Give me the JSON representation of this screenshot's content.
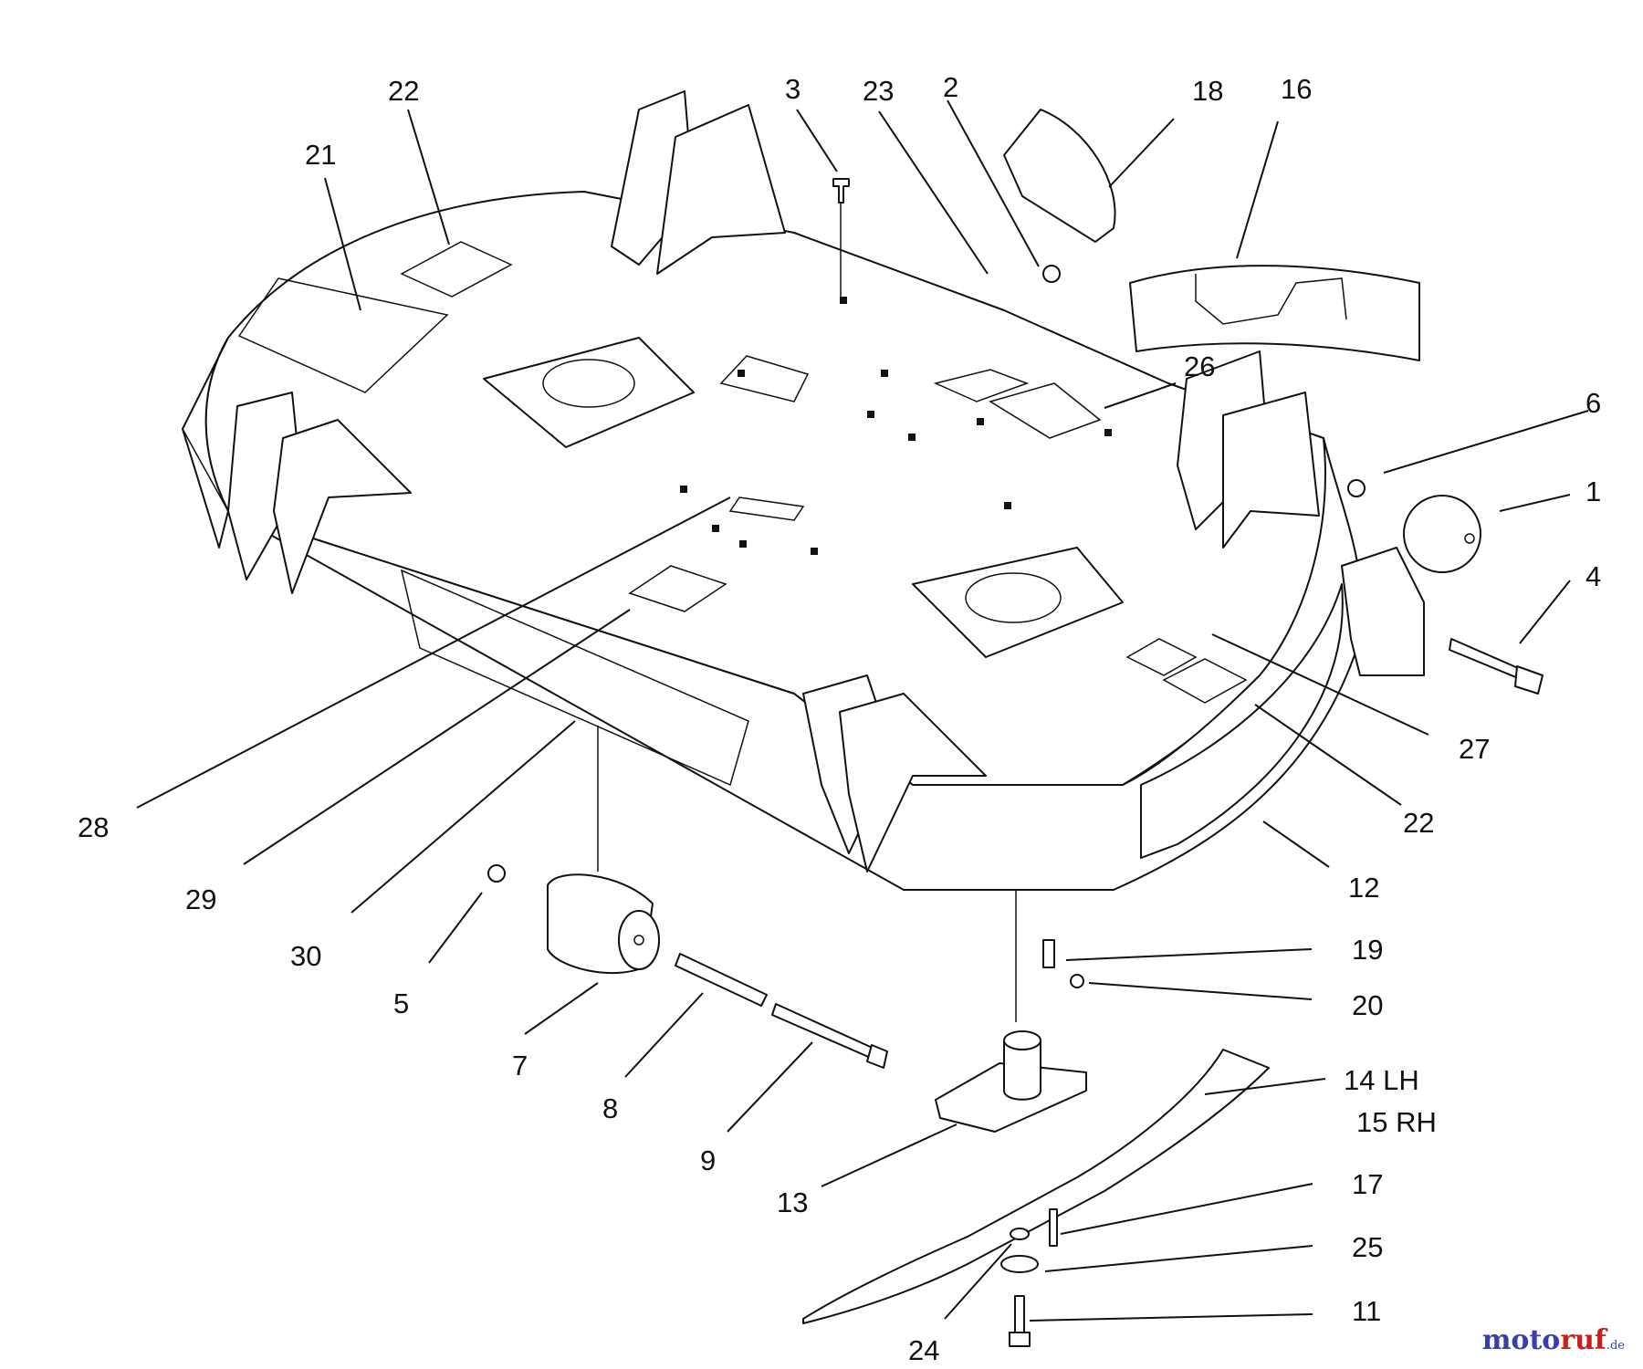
{
  "callouts": {
    "c22a": "22",
    "c21": "21",
    "c3": "3",
    "c23": "23",
    "c2": "2",
    "c18": "18",
    "c16": "16",
    "c26": "26",
    "c6": "6",
    "c1": "1",
    "c4": "4",
    "c27": "27",
    "c22b": "22",
    "c12": "12",
    "c28": "28",
    "c29": "29",
    "c30": "30",
    "c5": "5",
    "c7": "7",
    "c8": "8",
    "c9": "9",
    "c19": "19",
    "c20": "20",
    "c14": "14 LH",
    "c15": "15 RH",
    "c13": "13",
    "c17": "17",
    "c25": "25",
    "c11": "11",
    "c24": "24"
  },
  "watermark": {
    "part1": "moto",
    "part2": "ruf",
    "part3": ".de"
  }
}
